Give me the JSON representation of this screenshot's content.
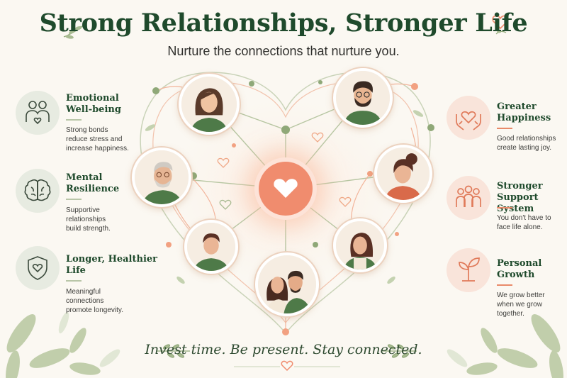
{
  "header": {
    "title": "Strong Relationships, Stronger Life",
    "subtitle": "Nurture the connections that nurture you."
  },
  "benefits_left": [
    {
      "icon": "hugging-people-icon",
      "title_line1": "Emotional",
      "title_line2": "Well-being",
      "desc": [
        "Strong bonds",
        "reduce stress and",
        "increase happiness."
      ]
    },
    {
      "icon": "brain-icon",
      "title_line1": "Mental",
      "title_line2": "Resilience",
      "desc": [
        "Supportive",
        "relationships",
        "build strength."
      ]
    },
    {
      "icon": "shield-heart-icon",
      "title_line1": "Longer, Healthier",
      "title_line2": "Life",
      "desc": [
        "Meaningful",
        "connections",
        "promote longevity."
      ]
    }
  ],
  "benefits_right": [
    {
      "icon": "hands-heart-icon",
      "title_line1": "Greater",
      "title_line2": "Happiness",
      "desc": [
        "Good relationships",
        "create lasting joy."
      ]
    },
    {
      "icon": "people-group-icon",
      "title_line1": "Stronger",
      "title_line2": "Support System",
      "desc": [
        "You don't have to",
        "face life alone."
      ]
    },
    {
      "icon": "sprout-icon",
      "title_line1": "Personal",
      "title_line2": "Growth",
      "desc": [
        "We grow better",
        "when we grow",
        "together."
      ]
    }
  ],
  "tagline": "Invest time. Be present. Stay connected.",
  "colors": {
    "title_green": "#1f4a2c",
    "accent_coral": "#f08c6e",
    "leaf_green": "#8fa878",
    "background": "#fbf8f2"
  }
}
